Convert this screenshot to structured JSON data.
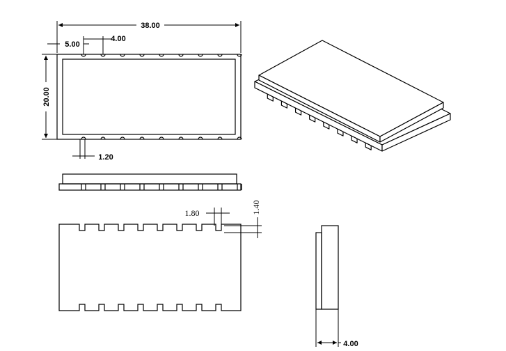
{
  "dimensions": {
    "length": "38.00",
    "width": "20.00",
    "pad_pitch": "4.00",
    "pad_offset": "5.00",
    "pad_width": "1.20",
    "notch_width": "1.80",
    "notch_depth": "1.40",
    "thickness": "4.00"
  },
  "colors": {
    "line": "#000000",
    "background": "#ffffff"
  }
}
